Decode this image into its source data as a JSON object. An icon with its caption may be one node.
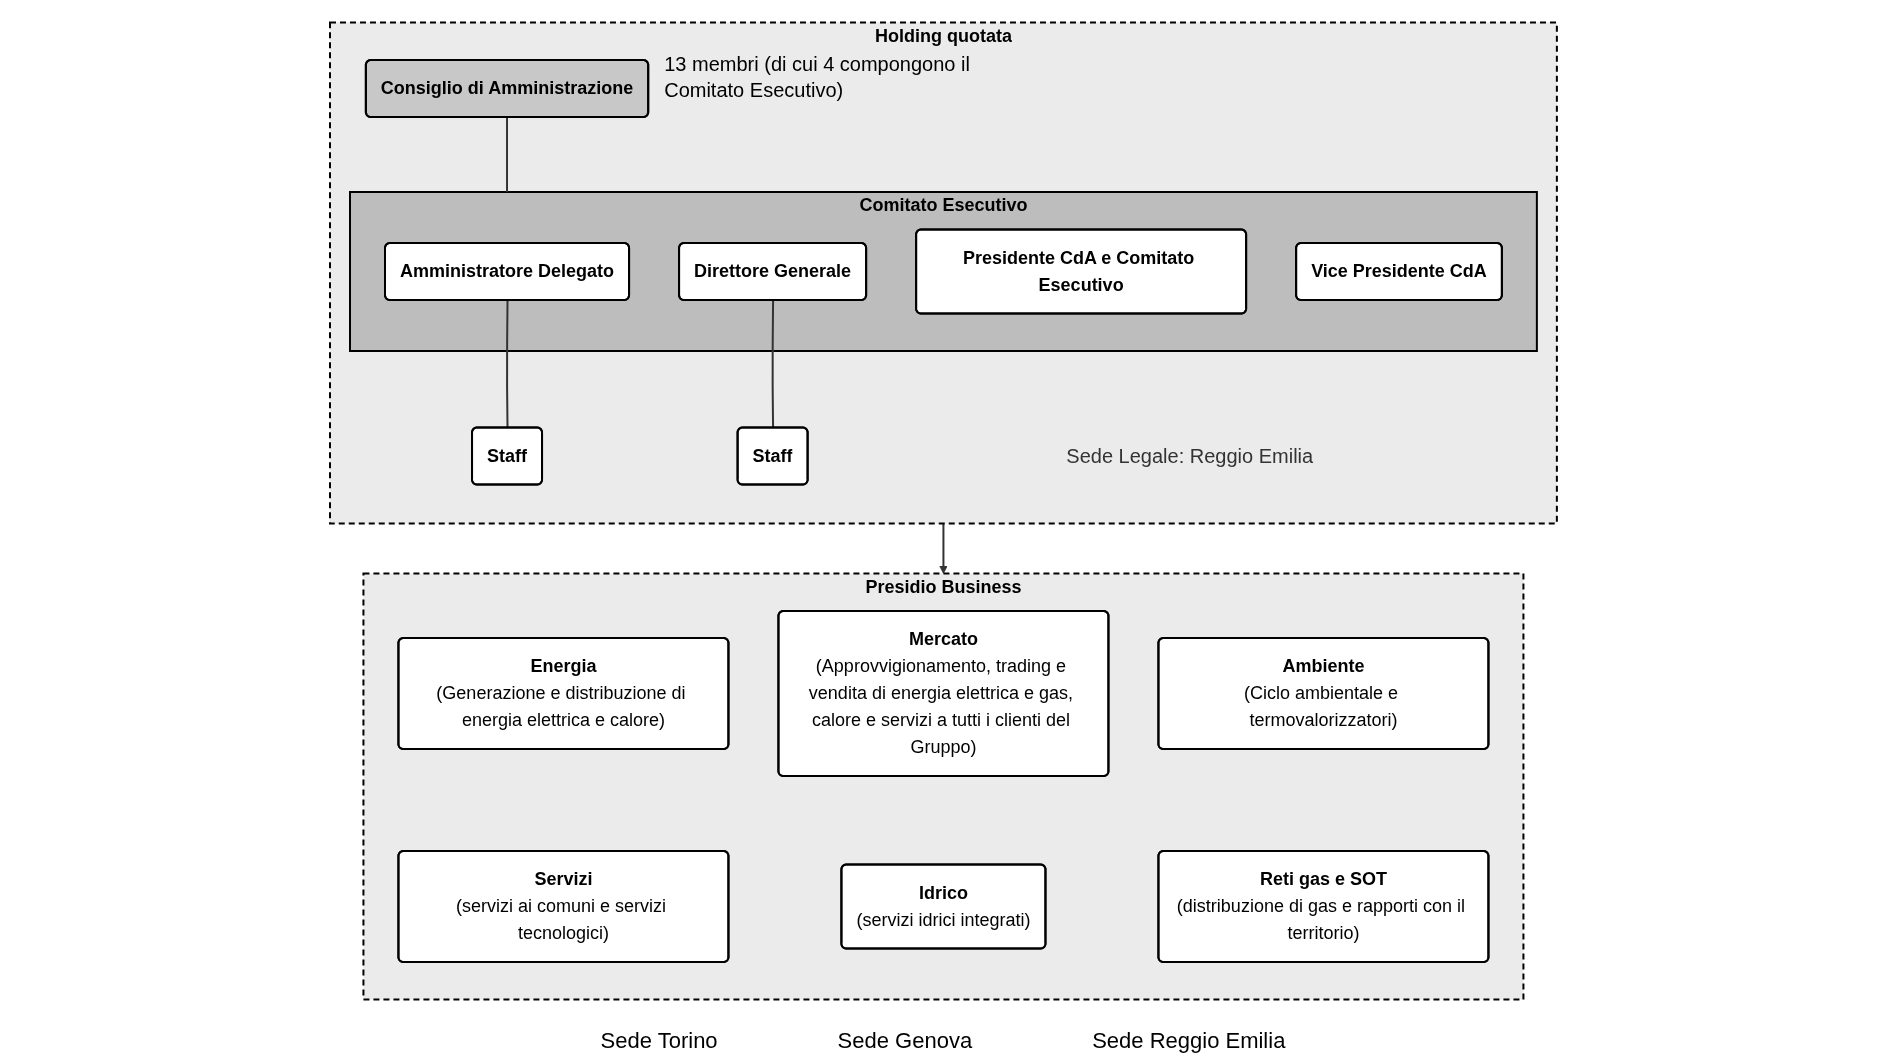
{
  "diagram": {
    "nodes": [
      {
        "text": [
          "Holding quotata",
          "Sede Legale: Reggio Emilia"
        ]
      },
      {
        "text": [
          "Consiglio di Amministrazione"
        ],
        "in": 0,
        "beside": [
          "13 membri (di cui 4 compongono il Comitato Esecutivo)"
        ]
      },
      {
        "text": [
          "Comitato Esecutivo"
        ],
        "in": 0
      },
      {
        "text": [
          "Amministratore Delegato"
        ],
        "in": 2
      },
      {
        "text": [
          "Presidente CdA e Comitato Esecutivo"
        ],
        "in": 2
      },
      {
        "text": [
          "Vice Presidente CdA"
        ],
        "in": 2
      },
      {
        "text": [
          "Direttore Generale"
        ],
        "in": 2
      },
      {
        "text": [
          "Staff"
        ],
        "in": 0
      },
      {
        "text": [
          "Staff"
        ],
        "in": 0
      },
      {
        "text": [
          "Presidio Business"
        ]
      },
      {
        "text": [
          "Energia",
          "(Generazione e distribuzione di energia elettrica e calore)"
        ],
        "in": 9
      },
      {
        "text": [
          "Mercato",
          "(Approvvigionamento, trading e vendita di energia elettrica e gas, calore e servizi a tutti i clienti del Gruppo)"
        ],
        "in": 9
      },
      {
        "text": [
          "Ambiente",
          "(Ciclo ambientale e termovalorizzatori)"
        ],
        "in": 9
      },
      {
        "text": [
          "Servizi",
          "(servizi ai comuni e servizi tecnologici)"
        ],
        "in": 9
      },
      {
        "text": [
          "Idrico",
          "(servizi idrici integrati)"
        ],
        "in": 9
      },
      {
        "text": [
          "Reti gas e SOT",
          "(distribuzione di gas e rapporti con il territorio)"
        ],
        "in": 9
      }
    ],
    "edges": [
      {
        "from": 1,
        "to": 2,
        "arrow": "none"
      },
      {
        "from": 3,
        "to": 7,
        "arrow": "none"
      },
      {
        "from": 6,
        "to": 8,
        "arrow": "none"
      },
      {
        "from": 0,
        "to": 9,
        "arrow": "to"
      }
    ],
    "labels": [
      "Sede Torino",
      "Sede Genova",
      "Sede Reggio Emilia"
    ]
  }
}
